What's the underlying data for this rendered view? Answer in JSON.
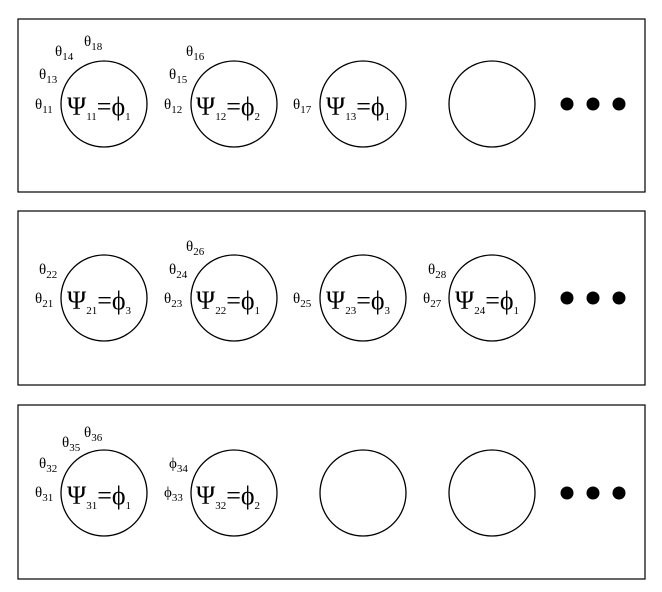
{
  "rows": [
    {
      "formulas": [
        {
          "lhs": "Ψ",
          "lhs_sub": "11",
          "eq": "=",
          "rhs": "ϕ",
          "rhs_sub": "1"
        },
        {
          "lhs": "Ψ",
          "lhs_sub": "12",
          "eq": "=",
          "rhs": "ϕ",
          "rhs_sub": "2"
        },
        {
          "lhs": "Ψ",
          "lhs_sub": "13",
          "eq": "=",
          "rhs": "ϕ",
          "rhs_sub": "1"
        }
      ],
      "labels": [
        {
          "sym": "θ",
          "sub": "11"
        },
        {
          "sym": "θ",
          "sub": "13"
        },
        {
          "sym": "θ",
          "sub": "14"
        },
        {
          "sym": "θ",
          "sub": "18"
        },
        {
          "sym": "θ",
          "sub": "12"
        },
        {
          "sym": "θ",
          "sub": "15"
        },
        {
          "sym": "θ",
          "sub": "16"
        },
        {
          "sym": "θ",
          "sub": "17"
        }
      ]
    },
    {
      "formulas": [
        {
          "lhs": "Ψ",
          "lhs_sub": "21",
          "eq": "=",
          "rhs": "ϕ",
          "rhs_sub": "3"
        },
        {
          "lhs": "Ψ",
          "lhs_sub": "22",
          "eq": "=",
          "rhs": "ϕ",
          "rhs_sub": "1"
        },
        {
          "lhs": "Ψ",
          "lhs_sub": "23",
          "eq": "=",
          "rhs": "ϕ",
          "rhs_sub": "3"
        },
        {
          "lhs": "Ψ",
          "lhs_sub": "24",
          "eq": "=",
          "rhs": "ϕ",
          "rhs_sub": "1"
        }
      ],
      "labels": [
        {
          "sym": "θ",
          "sub": "21"
        },
        {
          "sym": "θ",
          "sub": "22"
        },
        {
          "sym": "θ",
          "sub": "23"
        },
        {
          "sym": "θ",
          "sub": "24"
        },
        {
          "sym": "θ",
          "sub": "26"
        },
        {
          "sym": "θ",
          "sub": "25"
        },
        {
          "sym": "θ",
          "sub": "27"
        },
        {
          "sym": "θ",
          "sub": "28"
        }
      ]
    },
    {
      "formulas": [
        {
          "lhs": "Ψ",
          "lhs_sub": "31",
          "eq": "=",
          "rhs": "ϕ",
          "rhs_sub": "1"
        },
        {
          "lhs": "Ψ",
          "lhs_sub": "32",
          "eq": "=",
          "rhs": "ϕ",
          "rhs_sub": "2"
        }
      ],
      "labels": [
        {
          "sym": "θ",
          "sub": "31"
        },
        {
          "sym": "θ",
          "sub": "32"
        },
        {
          "sym": "θ",
          "sub": "35"
        },
        {
          "sym": "θ",
          "sub": "36"
        },
        {
          "sym": "ϕ",
          "sub": "33"
        },
        {
          "sym": "ϕ",
          "sub": "34"
        }
      ]
    }
  ]
}
